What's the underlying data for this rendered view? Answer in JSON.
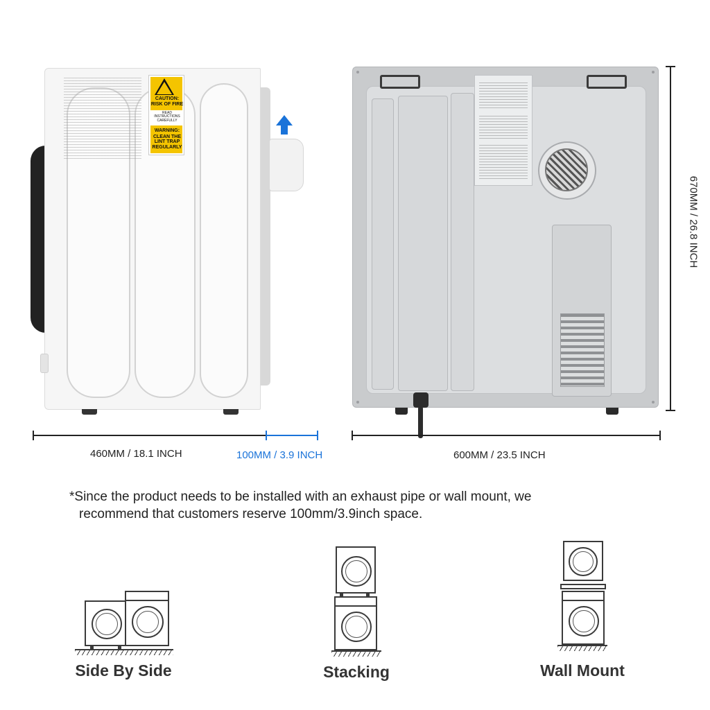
{
  "dimensions": {
    "depth": "460MM / 18.1 INCH",
    "clearance": "100MM / 3.9 INCH",
    "width": "600MM / 23.5 INCH",
    "height": "670MM / 26.8 INCH"
  },
  "side_label": {
    "caution_line1": "CAUTION:",
    "caution_line2": "RISK OF FIRE",
    "caution_line3": "READ INSTRUCTIONS CAREFULLY",
    "warning_line1": "WARNING:",
    "warning_line2": "CLEAN THE LINT TRAP REGULARLY"
  },
  "note": {
    "line1": "*Since the product needs to be installed with an exhaust pipe or wall mount, we",
    "line2": "recommend that customers reserve 100mm/3.9inch space."
  },
  "install_options": [
    {
      "label": "Side By Side",
      "icon": "side-by-side-icon"
    },
    {
      "label": "Stacking",
      "icon": "stacking-icon"
    },
    {
      "label": "Wall Mount",
      "icon": "wall-mount-icon"
    }
  ],
  "colors": {
    "accent": "#1a73d9",
    "text": "#222222",
    "warning": "#f4c400"
  }
}
